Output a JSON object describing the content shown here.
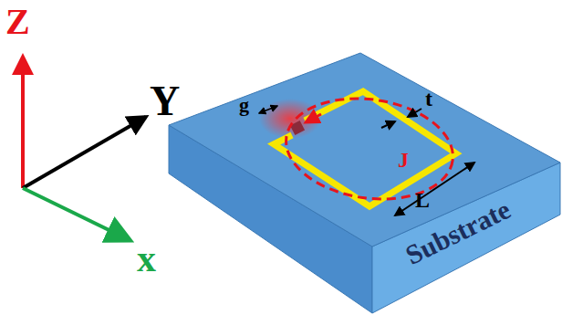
{
  "diagram": {
    "labels": [
      "Z",
      "Y",
      "x",
      "g",
      "t",
      "J",
      "L",
      "Substrate"
    ]
  }
}
